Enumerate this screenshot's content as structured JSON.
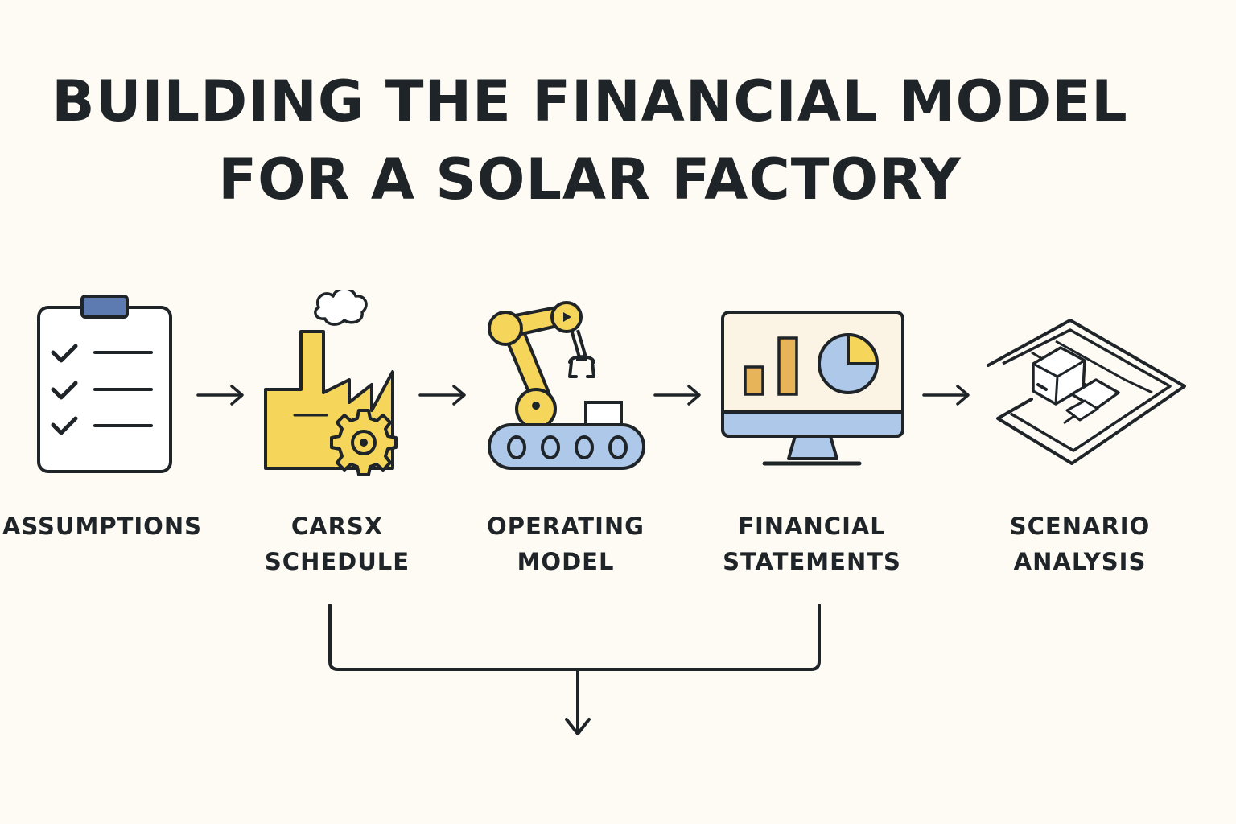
{
  "title": {
    "line1": "BUILDING THE FINANCIAL MODEL",
    "line2": "FOR A SOLAR FACTORY"
  },
  "steps": [
    {
      "icon": "clipboard-checklist-icon",
      "line1": "ASSUMPTIONS",
      "line2": ""
    },
    {
      "icon": "factory-gear-icon",
      "line1": "CARSX",
      "line2": "SCHEDULE"
    },
    {
      "icon": "robot-arm-conveyor-icon",
      "line1": "OPERATING",
      "line2": "MODEL"
    },
    {
      "icon": "monitor-charts-icon",
      "line1": "FINANCIAL",
      "line2": "STATEMENTS"
    },
    {
      "icon": "layered-plan-icon",
      "line1": "SCENARIO",
      "line2": "ANALYSIS"
    }
  ],
  "colors": {
    "background": "#fdfbf3",
    "ink": "#1f2428",
    "yellow": "#f5d65a",
    "blue": "#aec8ea",
    "clip": "#5d7bb0",
    "orange": "#e8b45a",
    "screen": "#fbf4e4"
  }
}
